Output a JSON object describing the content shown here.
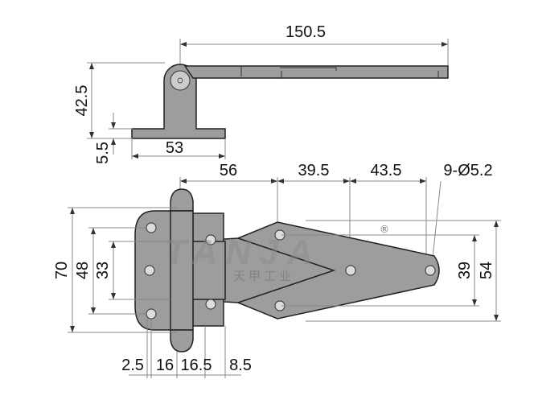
{
  "drawing": {
    "dimensions": {
      "overall_length": "150.5",
      "height": "42.5",
      "base_thickness": "5.5",
      "base_width": "53",
      "pitch_1": "56",
      "pitch_2": "39.5",
      "pitch_3": "43.5",
      "holes": "9-Ø5.2",
      "total_height": "70",
      "plate_hole_spacing": "48",
      "leaf_spacing": "33",
      "leaf_hole_spacing": "39",
      "leaf_width": "54",
      "bottom_1": "2.5",
      "bottom_2": "16",
      "bottom_3": "16.5",
      "bottom_4": "8.5"
    },
    "watermark": {
      "brand": "TANJA",
      "chinese": "天甲工业",
      "registered": "®"
    },
    "colors": {
      "metal": "#9d9d9f",
      "outline": "#222222",
      "dim_line": "#888888"
    }
  }
}
